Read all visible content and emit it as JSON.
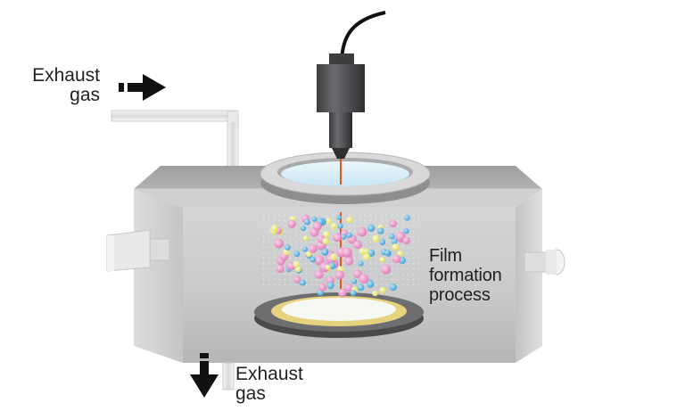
{
  "labels": {
    "exhaust_top": "Exhaust\ngas",
    "exhaust_bottom": "Exhaust\ngas",
    "film_formation": "Film\nformation\nprocess"
  },
  "colors": {
    "chamber_front": "#c8c8c9",
    "chamber_top": "#a7a8aa",
    "chamber_side": "#bfc0c1",
    "laser_beam": "#e2581d",
    "particle_pink": "#e889c0",
    "particle_blue": "#4aa8da",
    "particle_yellow": "#e7e67a",
    "arrow": "#111111"
  },
  "icons": {
    "arrow_top": "arrow-right-icon",
    "arrow_bottom": "arrow-down-icon"
  }
}
